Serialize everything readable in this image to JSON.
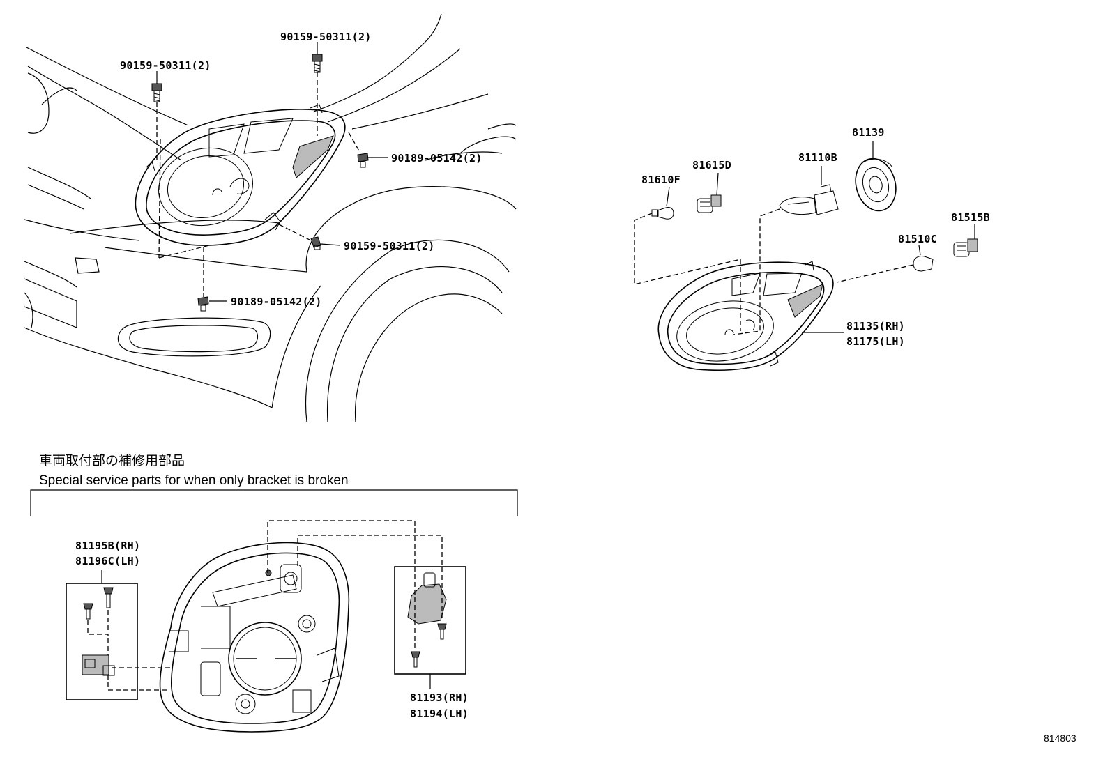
{
  "labels": {
    "bolt_top": "90159-50311(2)",
    "bolt_left": "90159-50311(2)",
    "clip_right": "90189-05142(2)",
    "bolt_lower": "90159-50311(2)",
    "clip_lower": "90189-05142(2)",
    "p81139": "81139",
    "p81615d": "81615D",
    "p81110b": "81110B",
    "p81610f": "81610F",
    "p81515b": "81515B",
    "p81510c": "81510C",
    "p81135": "81135(RH)",
    "p81175": "81175(LH)",
    "p81195b": "81195B(RH)",
    "p81196c": "81196C(LH)",
    "p81193": "81193(RH)",
    "p81194": "81194(LH)"
  },
  "caption": {
    "japanese": "車両取付部の補修用部品",
    "english": "Special service parts for when only bracket is broken"
  },
  "reference_number": "814803"
}
